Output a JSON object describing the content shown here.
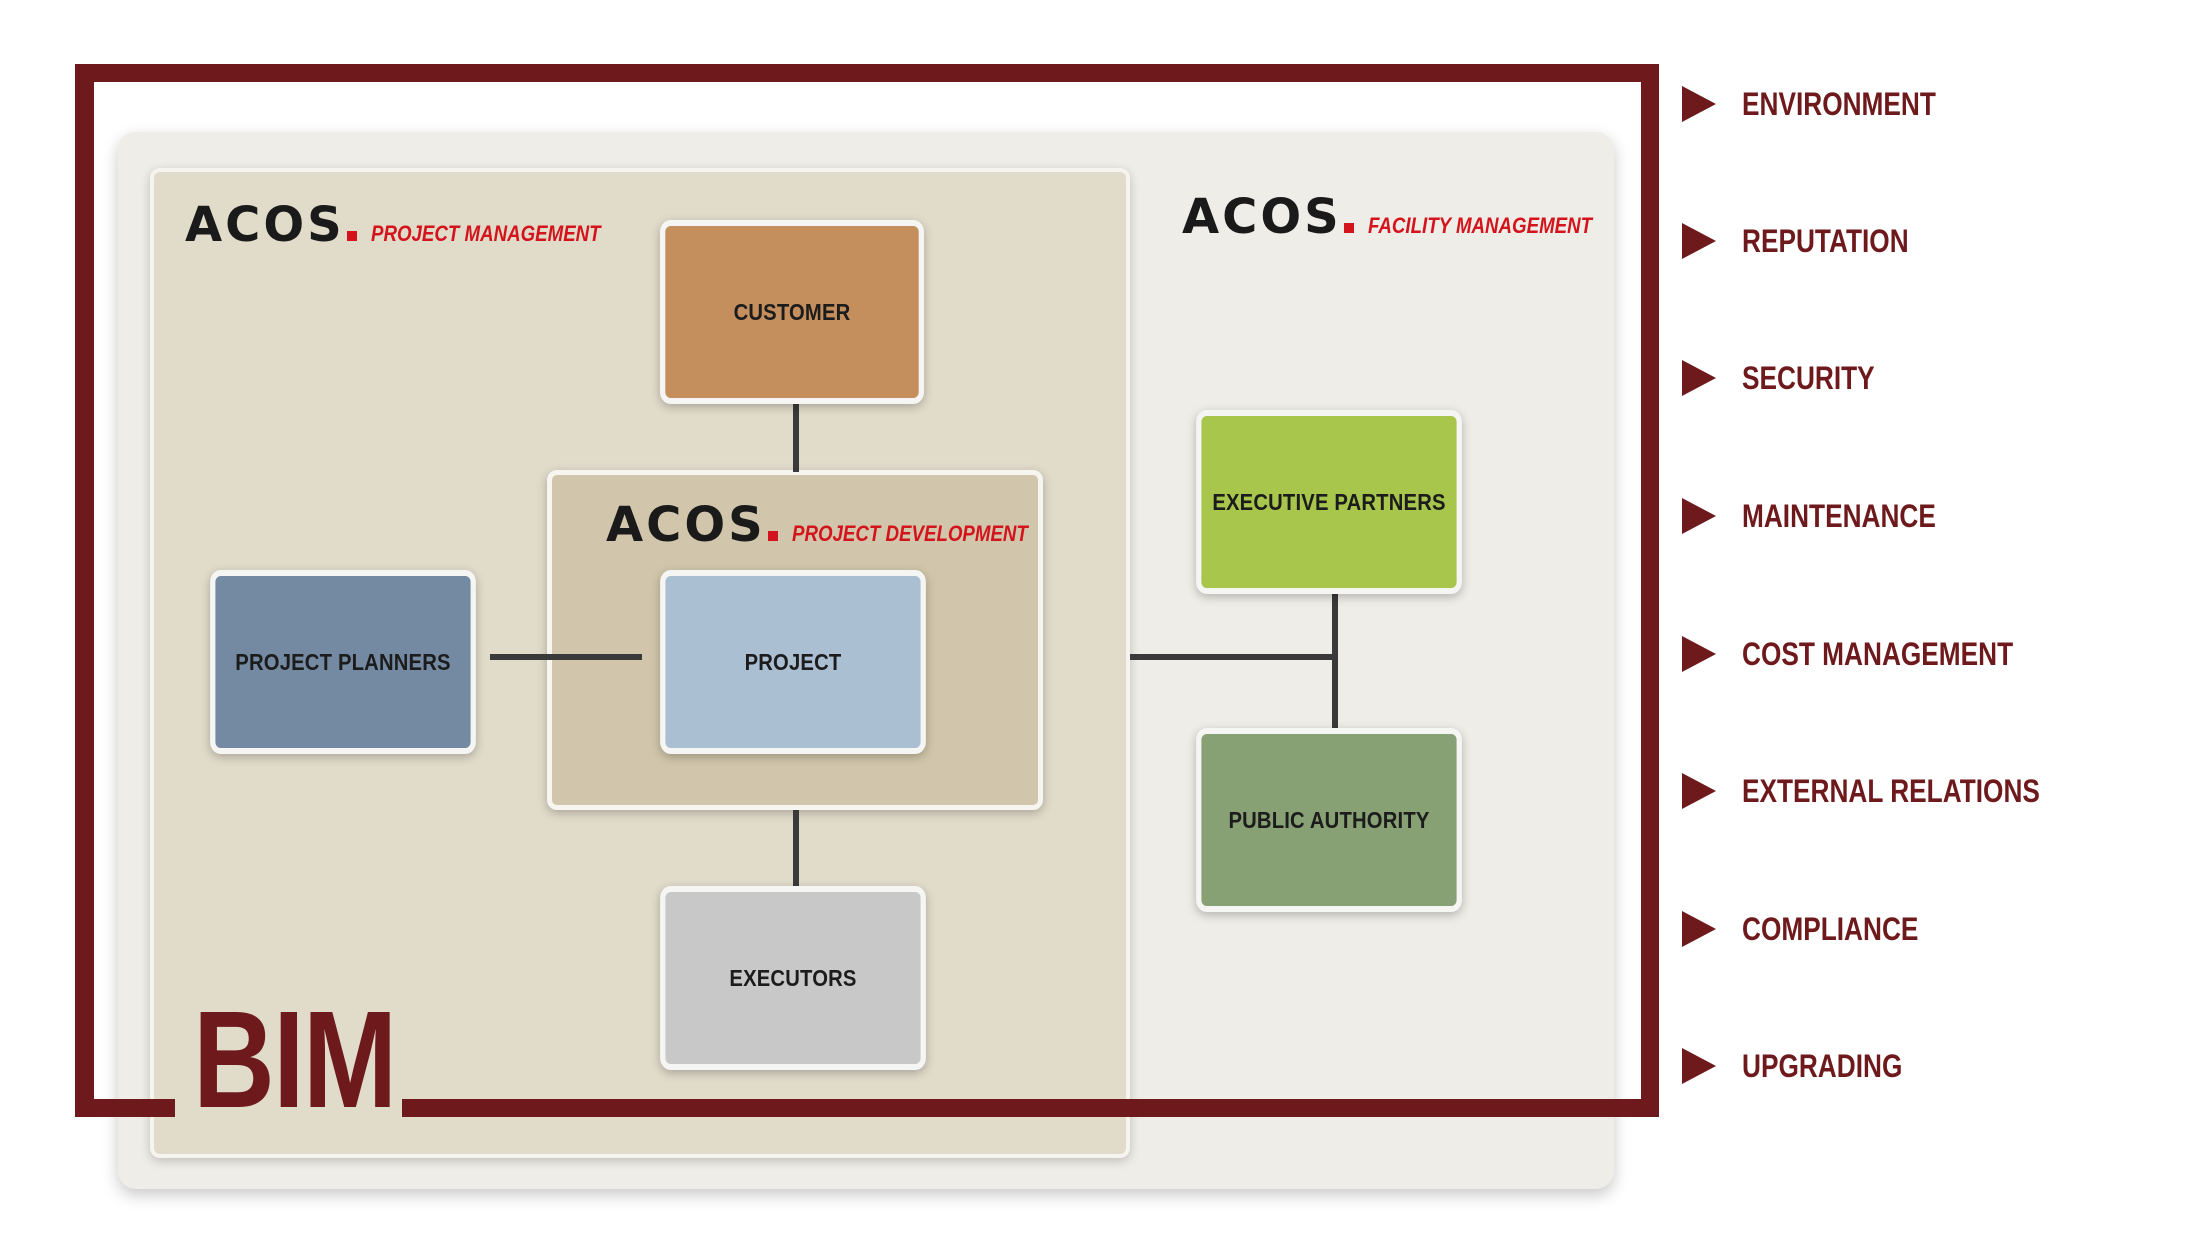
{
  "panels": {
    "project_management": {
      "logo": "ACOS",
      "subtitle": "PROJECT MANAGEMENT"
    },
    "project_development": {
      "logo": "ACOS",
      "subtitle": "PROJECT DEVELOPMENT"
    },
    "facility_management": {
      "logo": "ACOS",
      "subtitle": "FACILITY MANAGEMENT"
    }
  },
  "nodes": {
    "customer": {
      "label": "CUSTOMER",
      "color": "#c48f5d"
    },
    "project": {
      "label": "PROJECT",
      "color": "#abbfd3"
    },
    "project_planners": {
      "label": "PROJECT PLANNERS",
      "color": "#748aa3"
    },
    "executors": {
      "label": "EXECUTORS",
      "color": "#c8c8c8"
    },
    "executive_partners": {
      "label": "EXECUTIVE PARTNERS",
      "color": "#a8c64b"
    },
    "public_authority": {
      "label": "PUBLIC AUTHORITY",
      "color": "#88a174"
    }
  },
  "frame": {
    "label": "BIM",
    "color": "#6e1a1c"
  },
  "aspects": [
    "ENVIRONMENT",
    "REPUTATION",
    "SECURITY",
    "MAINTENANCE",
    "COST MANAGEMENT",
    "EXTERNAL RELATIONS",
    "COMPLIANCE",
    "UPGRADING"
  ]
}
